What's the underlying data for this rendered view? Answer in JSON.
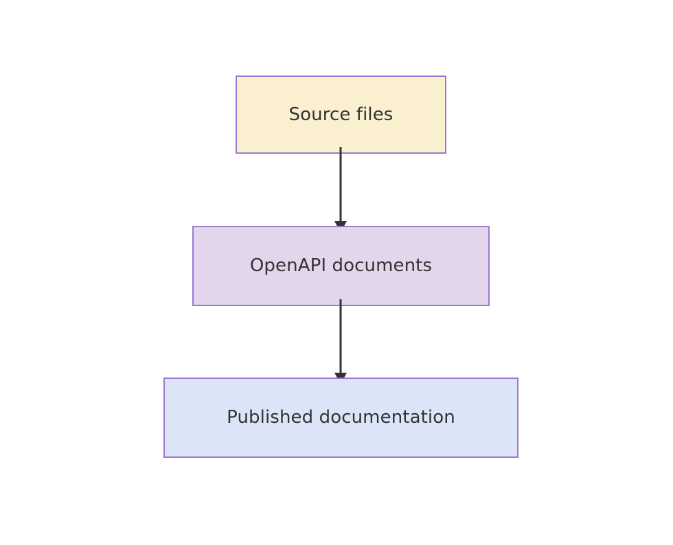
{
  "diagram": {
    "type": "flowchart",
    "direction": "top-to-bottom",
    "background_color": "#ffffff",
    "title": "",
    "nodes": [
      {
        "id": "source-files",
        "label": "Source files",
        "shape": "rectangle",
        "fill_color": "#FAF0D0",
        "border_color": "#9B79D0",
        "text_color": "#333333"
      },
      {
        "id": "openapi-documents",
        "label": "OpenAPI documents",
        "shape": "rectangle",
        "fill_color": "#E2D5EC",
        "border_color": "#9B79D0",
        "text_color": "#333333"
      },
      {
        "id": "published-documentation",
        "label": "Published documentation",
        "shape": "rectangle",
        "fill_color": "#DCE5F8",
        "border_color": "#9B79D0",
        "text_color": "#333333"
      }
    ],
    "edges": [
      {
        "id": "source-to-openapi",
        "from": "source-files",
        "to": "openapi-documents",
        "label": "",
        "style": "solid",
        "arrowhead": "filled-triangle",
        "color": "#333333"
      },
      {
        "id": "openapi-to-published",
        "from": "openapi-documents",
        "to": "published-documentation",
        "label": "",
        "style": "solid",
        "arrowhead": "filled-triangle",
        "color": "#333333"
      }
    ]
  }
}
